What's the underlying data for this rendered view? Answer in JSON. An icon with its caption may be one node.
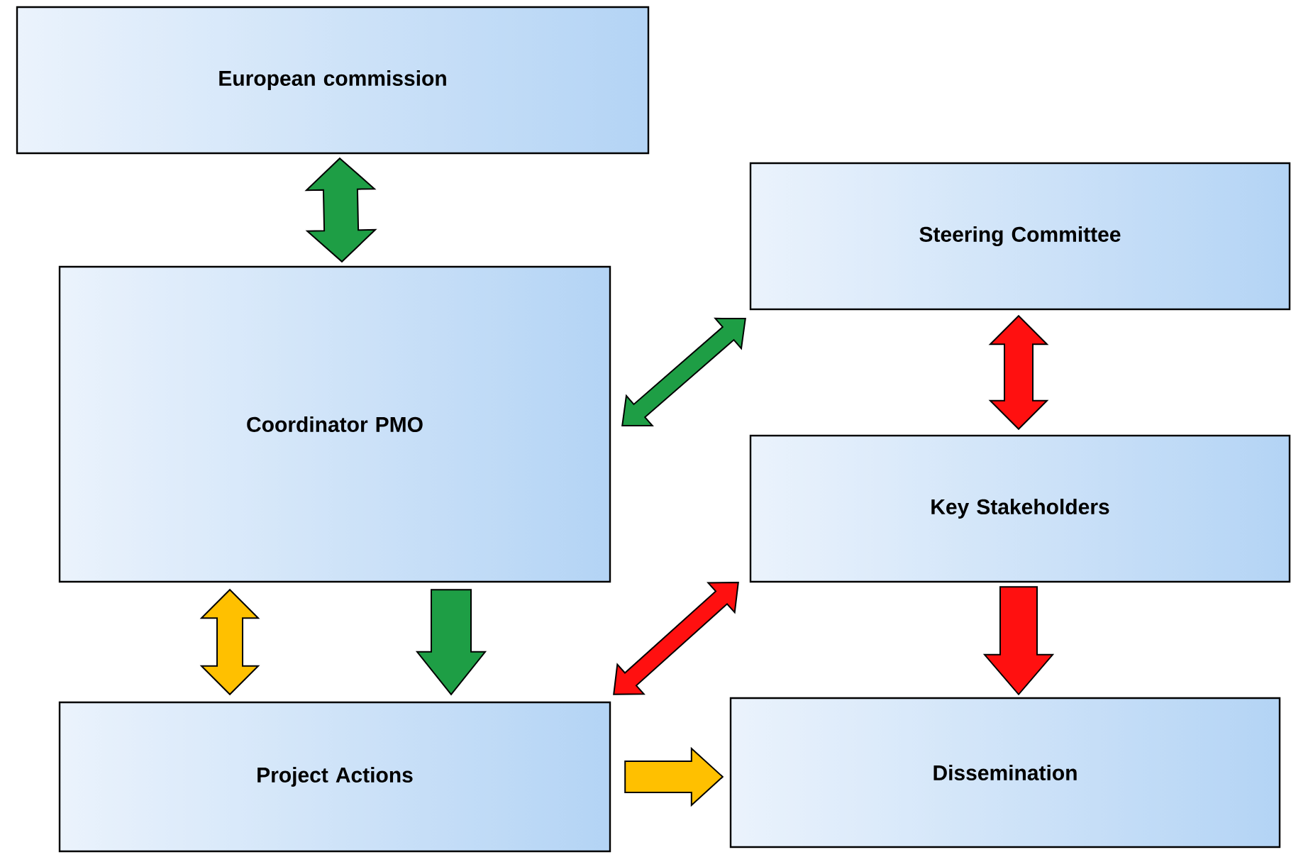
{
  "diagram": {
    "nodes": [
      {
        "text": [
          "European commission"
        ]
      },
      {
        "text": [
          "Coordinator PMO"
        ]
      },
      {
        "text": [
          "Steering Committee"
        ]
      },
      {
        "text": [
          "Key Stakeholders"
        ]
      },
      {
        "text": [
          "Project Actions"
        ]
      },
      {
        "text": [
          "Dissemination"
        ]
      }
    ],
    "edges": [
      {
        "from": 0,
        "to": 1,
        "arrow": "both",
        "color": "#1e9e45"
      },
      {
        "from": 1,
        "to": 2,
        "arrow": "both",
        "color": "#1e9e45"
      },
      {
        "from": 2,
        "to": 3,
        "arrow": "both",
        "color": "#ff1010"
      },
      {
        "from": 1,
        "to": 4,
        "arrow": "both",
        "color": "#ffc000"
      },
      {
        "from": 1,
        "to": 4,
        "arrow": "to",
        "color": "#1e9e45"
      },
      {
        "from": 3,
        "to": 4,
        "arrow": "both",
        "color": "#ff1010"
      },
      {
        "from": 3,
        "to": 5,
        "arrow": "to",
        "color": "#ff1010"
      },
      {
        "from": 4,
        "to": 5,
        "arrow": "to",
        "color": "#ffc000"
      }
    ]
  }
}
